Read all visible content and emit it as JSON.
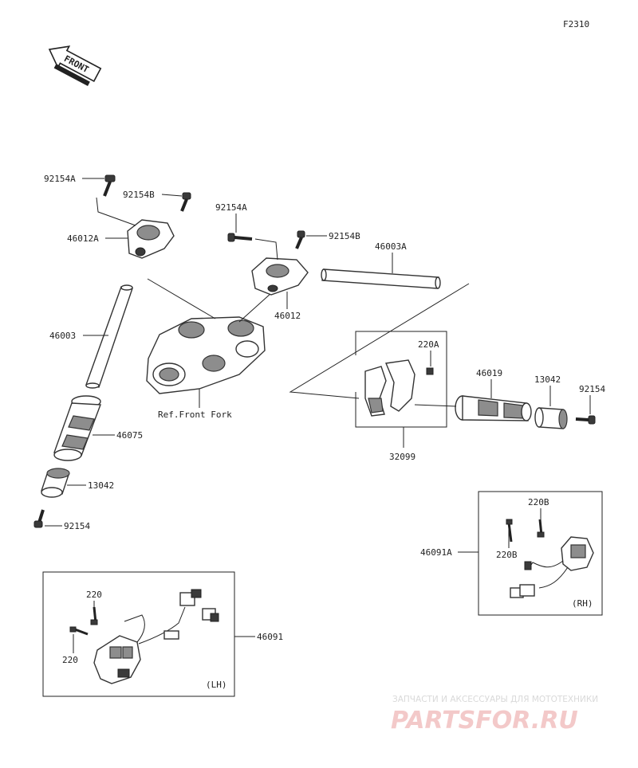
{
  "figure_code": "F2310",
  "front_arrow": "FRONT",
  "callouts": {
    "p92154A_top": "92154A",
    "p92154B_top": "92154B",
    "p46012A": "46012A",
    "p46003": "46003",
    "p46075": "46075",
    "p13042_left": "13042",
    "p92154_left": "92154",
    "p92154A_mid": "92154A",
    "p92154B_mid": "92154B",
    "p46003A": "46003A",
    "p46012": "46012",
    "ref_front_fork": "Ref.Front Fork",
    "p220A": "220A",
    "p46019": "46019",
    "p13042_right": "13042",
    "p92154_right": "92154",
    "p32099": "32099",
    "p220B_top": "220B",
    "p220B_bottom": "220B",
    "p46091A": "46091A",
    "rh_label": "(RH)",
    "p220_top": "220",
    "p220_bottom": "220",
    "p46091": "46091",
    "lh_label": "(LH)"
  },
  "watermark": {
    "tagline": "ЗАПЧАСТИ И АКСЕССУАРЫ ДЛЯ МОТОТЕХНИКИ",
    "logo": "PARTSFOR.RU"
  },
  "colors": {
    "line": "#222222",
    "part_fill": "#ffffff",
    "part_shade": "#8d8d8d",
    "watermark_logo": "#f3c9c9"
  }
}
